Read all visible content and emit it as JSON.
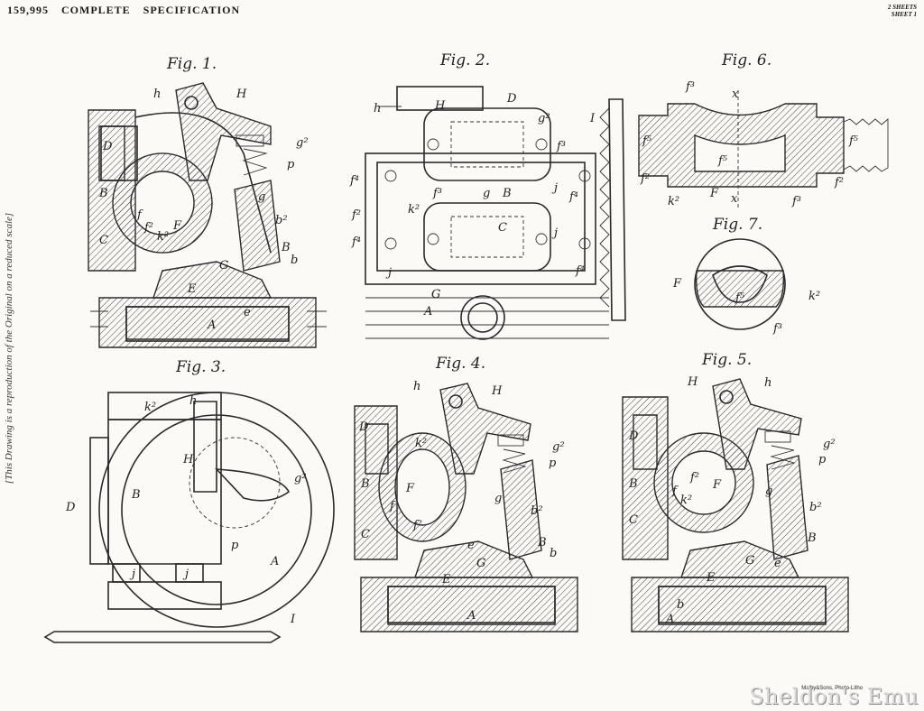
{
  "header": {
    "patent_number": "159,995",
    "title_part1": "COMPLETE",
    "title_part2": "SPECIFICATION",
    "sheets_line1": "2 SHEETS",
    "sheets_line2": "SHEET 1"
  },
  "side_note": "[This Drawing is a reproduction of the Original on a reduced scale]",
  "printer_credit": "Malby&Sons, Photo-Litho",
  "watermark": "Sheldon's Emu",
  "figures": [
    {
      "title": "Fig. 1.",
      "labels": [
        "h",
        "H",
        "D",
        "g²",
        "p",
        "g",
        "b²",
        "B",
        "b",
        "C",
        "E",
        "G",
        "e",
        "A",
        "f",
        "f²",
        "F",
        "k²"
      ]
    },
    {
      "title": "Fig. 2.",
      "labels": [
        "h",
        "H",
        "D",
        "g²",
        "I",
        "f³",
        "f⁴",
        "k²",
        "f³",
        "g",
        "B",
        "j",
        "f²",
        "f⁴",
        "C",
        "j",
        "f⁴",
        "f⁴",
        "G",
        "A"
      ]
    },
    {
      "title": "Fig. 6.",
      "labels": [
        "f³",
        "x",
        "f⁵",
        "f⁵",
        "f⁵",
        "f²",
        "k²",
        "F",
        "x",
        "f³",
        "f²"
      ]
    },
    {
      "title": "Fig. 7.",
      "labels": [
        "F",
        "f⁵",
        "k²",
        "f³"
      ]
    },
    {
      "title": "Fig. 3.",
      "labels": [
        "k²",
        "h",
        "H",
        "g²",
        "D",
        "B",
        "p",
        "A",
        "j",
        "j",
        "I"
      ]
    },
    {
      "title": "Fig. 4.",
      "labels": [
        "h",
        "H",
        "D",
        "k²",
        "g²",
        "p",
        "B",
        "F",
        "f",
        "g",
        "b²",
        "C",
        "e",
        "B",
        "G",
        "b",
        "E",
        "A",
        "f²"
      ]
    },
    {
      "title": "Fig. 5.",
      "labels": [
        "H",
        "h",
        "D",
        "g²",
        "p",
        "B",
        "f²",
        "F",
        "f",
        "k²",
        "g",
        "b²",
        "C",
        "B",
        "G",
        "e",
        "E",
        "b",
        "A"
      ]
    }
  ]
}
